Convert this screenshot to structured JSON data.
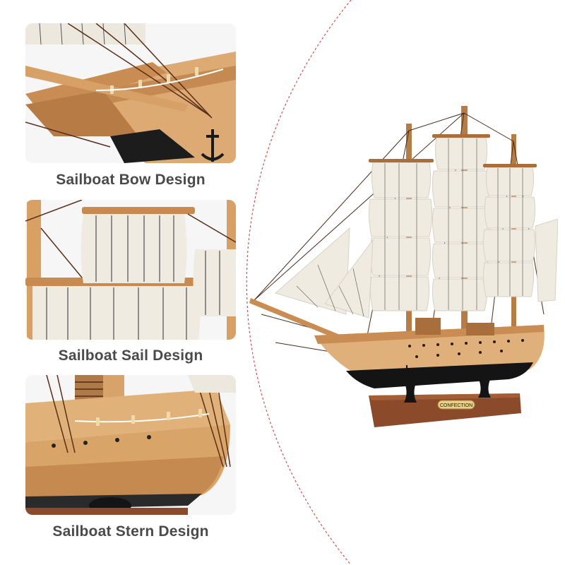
{
  "captions": {
    "bow": "Sailboat Bow Design",
    "sail": "Sailboat Sail Design",
    "stern": "Sailboat Stern Design"
  },
  "plaque": {
    "text": "CONFECTION"
  },
  "colors": {
    "caption_text": "#4a4a4a",
    "divider": "#d94a4a",
    "wood_light": "#e3b57e",
    "wood_mid": "#c98c52",
    "wood_dark": "#8a5a32",
    "hull_black": "#1a1a1a",
    "sail_cloth": "#f1ede4",
    "stand": "#8b4a2a"
  }
}
